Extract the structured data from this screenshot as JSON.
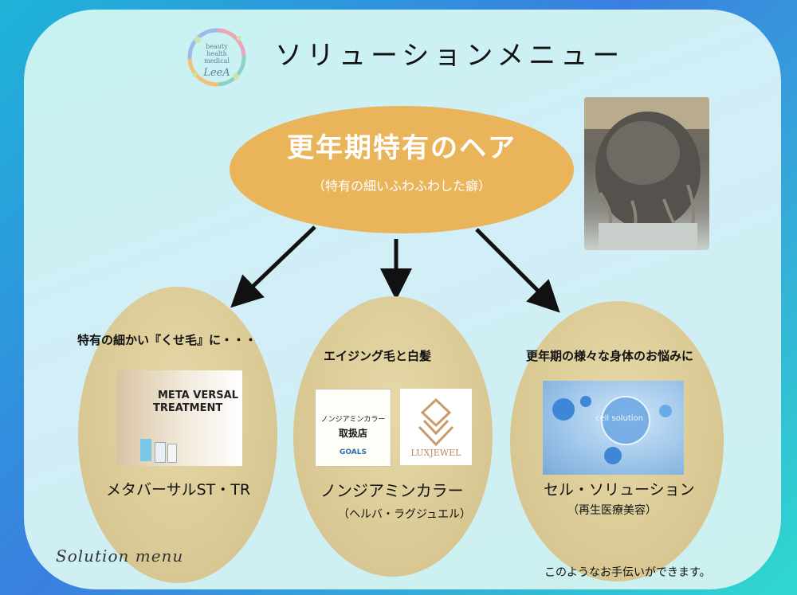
{
  "header": {
    "title": "ソリューションメニュー",
    "logo_lines": [
      "beauty",
      "health",
      "medical"
    ],
    "logo_brand": "LeeA"
  },
  "main": {
    "title": "更年期特有のヘア",
    "subtitle": "（特有の細いふわふわした癖）"
  },
  "branches": [
    {
      "heading": "特有の細かい『くせ毛』に・・・",
      "image_text": [
        "META VERSAL",
        "TREATMENT"
      ],
      "label": "メタバーサルST・TR",
      "sublabel": ""
    },
    {
      "heading": "エイジング毛と白髪",
      "image_text": [
        "ノンジアミンカラー",
        "取扱店",
        "GOALS",
        "LUXJEWEL"
      ],
      "label": "ノンジアミンカラー",
      "sublabel": "（ヘルバ・ラグジュエル）"
    },
    {
      "heading": "更年期の様々な身体のお悩みに",
      "image_text": [
        "cell solution"
      ],
      "label": "セル・ソリューション",
      "sublabel": "（再生医療美容）"
    }
  ],
  "footer": {
    "left": "Solution  menu",
    "right": "このようなお手伝いができます。"
  },
  "colors": {
    "accent_orange": "#e9b45a",
    "oval_gold": "#d8c792",
    "frame_blue": "#3a7fe0",
    "card_bg": "#cbf1ee"
  }
}
